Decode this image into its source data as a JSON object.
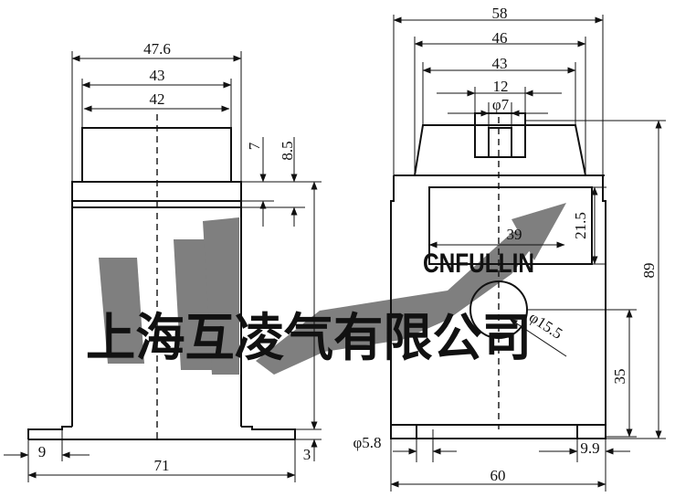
{
  "left_view": {
    "dims": {
      "width_outer": "47.6",
      "width_mid": "43",
      "width_inner": "42",
      "step_7": "7",
      "step_8_5": "8.5",
      "base_length": "71",
      "foot_width": "9",
      "base_thickness": "3"
    }
  },
  "right_view": {
    "dims": {
      "top_width": "58",
      "width_46": "46",
      "width_43": "43",
      "slot_width": "12",
      "slot_hole": "φ7",
      "window_width": "39",
      "window_height": "21.5",
      "total_height": "89",
      "hole_height": "35",
      "hole_dia": "φ15.5",
      "mount_hole": "φ5.8",
      "foot_offset": "9.9",
      "base_width": "60"
    }
  },
  "watermark": {
    "brand": "CNFULLIN",
    "company": "上海互凌气有限公司",
    "gray": "#7f7f7f",
    "black": "#111111"
  }
}
